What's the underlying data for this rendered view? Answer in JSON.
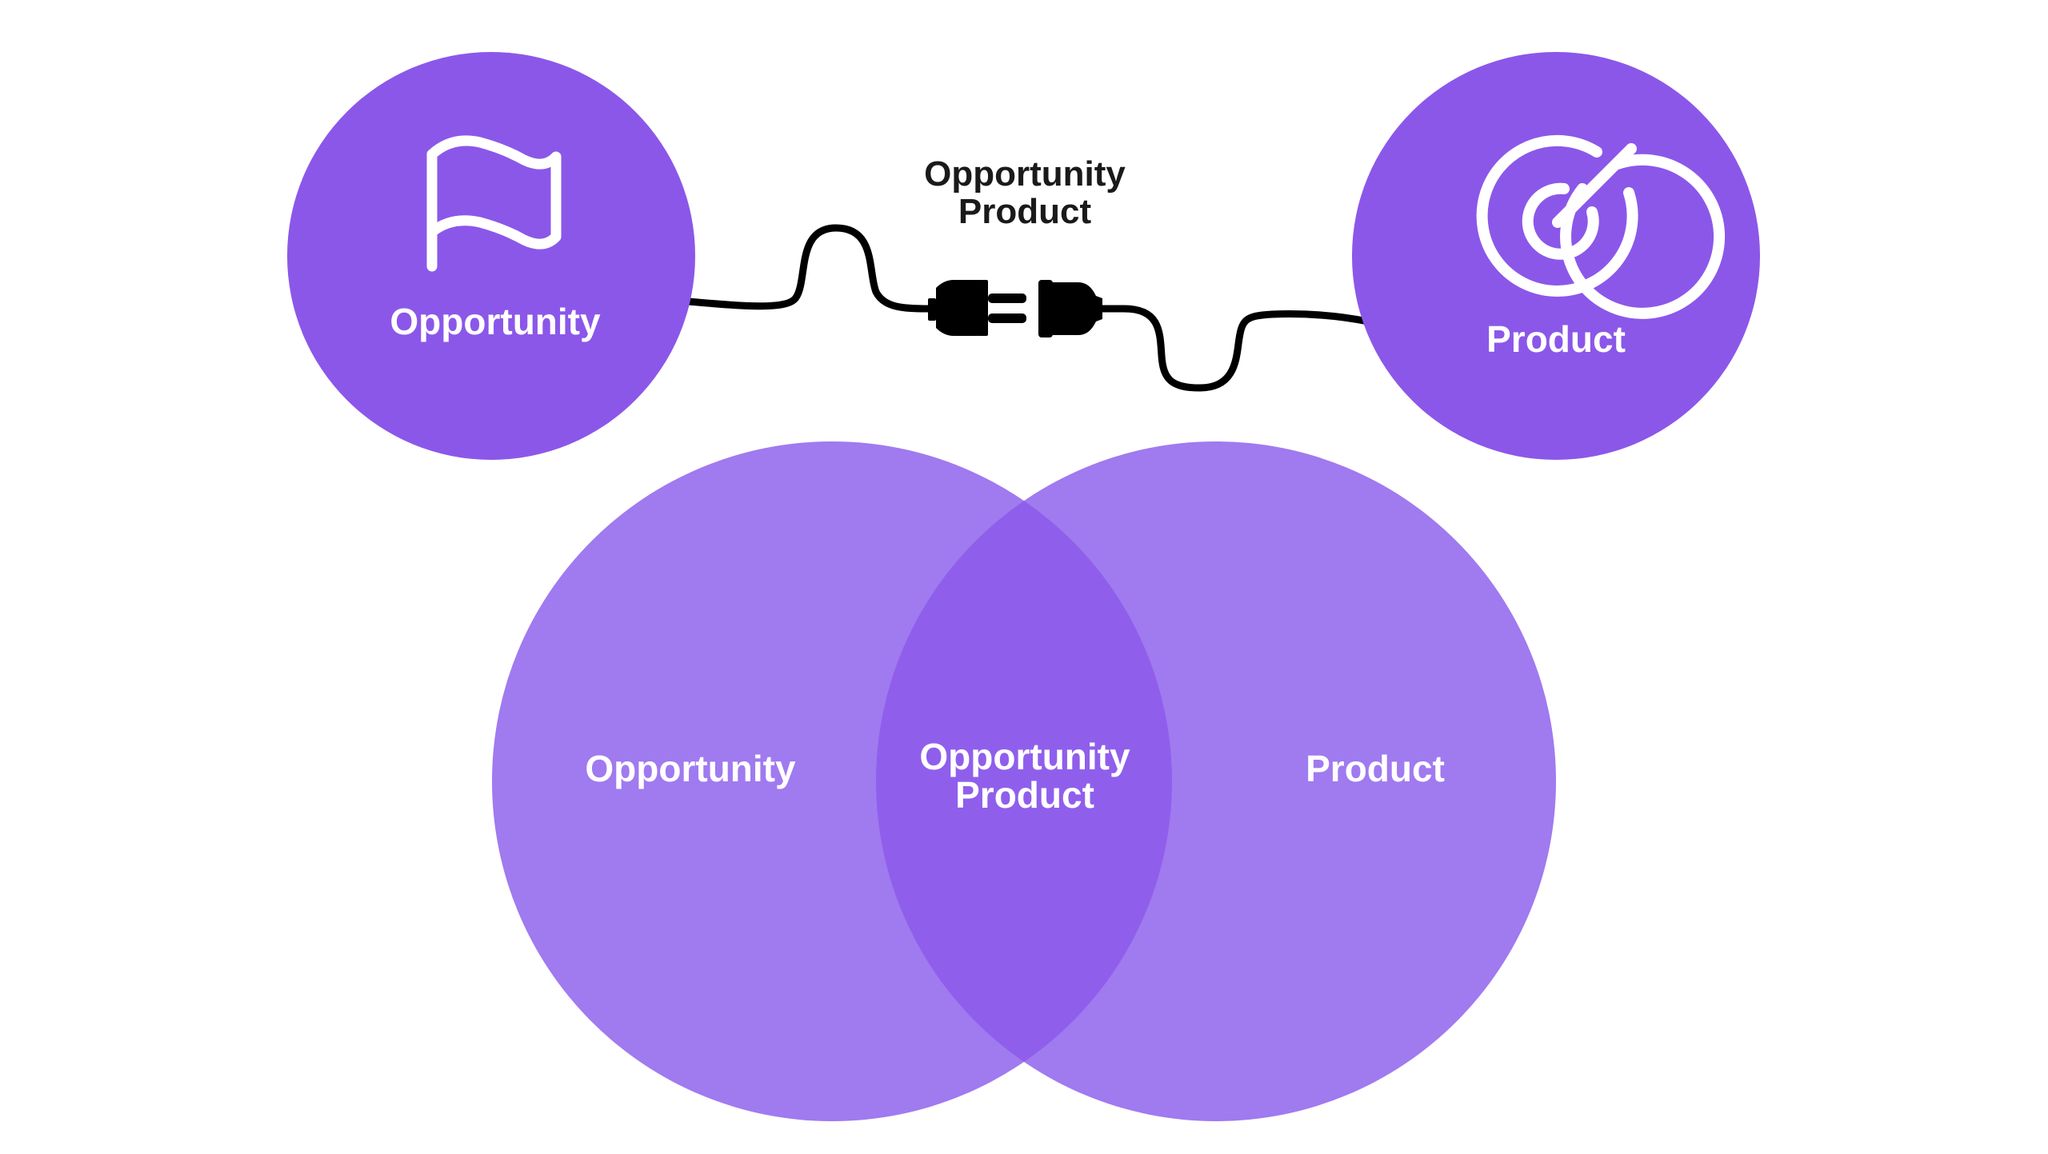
{
  "diagram": {
    "title_between_nodes": {
      "line1": "Opportunity",
      "line2": "Product"
    },
    "nodes": [
      {
        "id": "opportunity",
        "label": "Opportunity",
        "icon": "flag-icon"
      },
      {
        "id": "product",
        "label": "Product",
        "icon": "target-icon"
      }
    ],
    "connector": {
      "icon": "plug-disconnected-icon"
    },
    "venn": {
      "left_label": "Opportunity",
      "right_label": "Product",
      "intersection_line1": "Opportunity",
      "intersection_line2": "Product"
    },
    "colors": {
      "node_fill": "#8B57E9",
      "venn_fill": "#A07AEF",
      "venn_overlap": "#8F5FEC",
      "text_light": "#FFFFFF",
      "text_dark": "#1A1A1A",
      "cable": "#000000"
    }
  }
}
